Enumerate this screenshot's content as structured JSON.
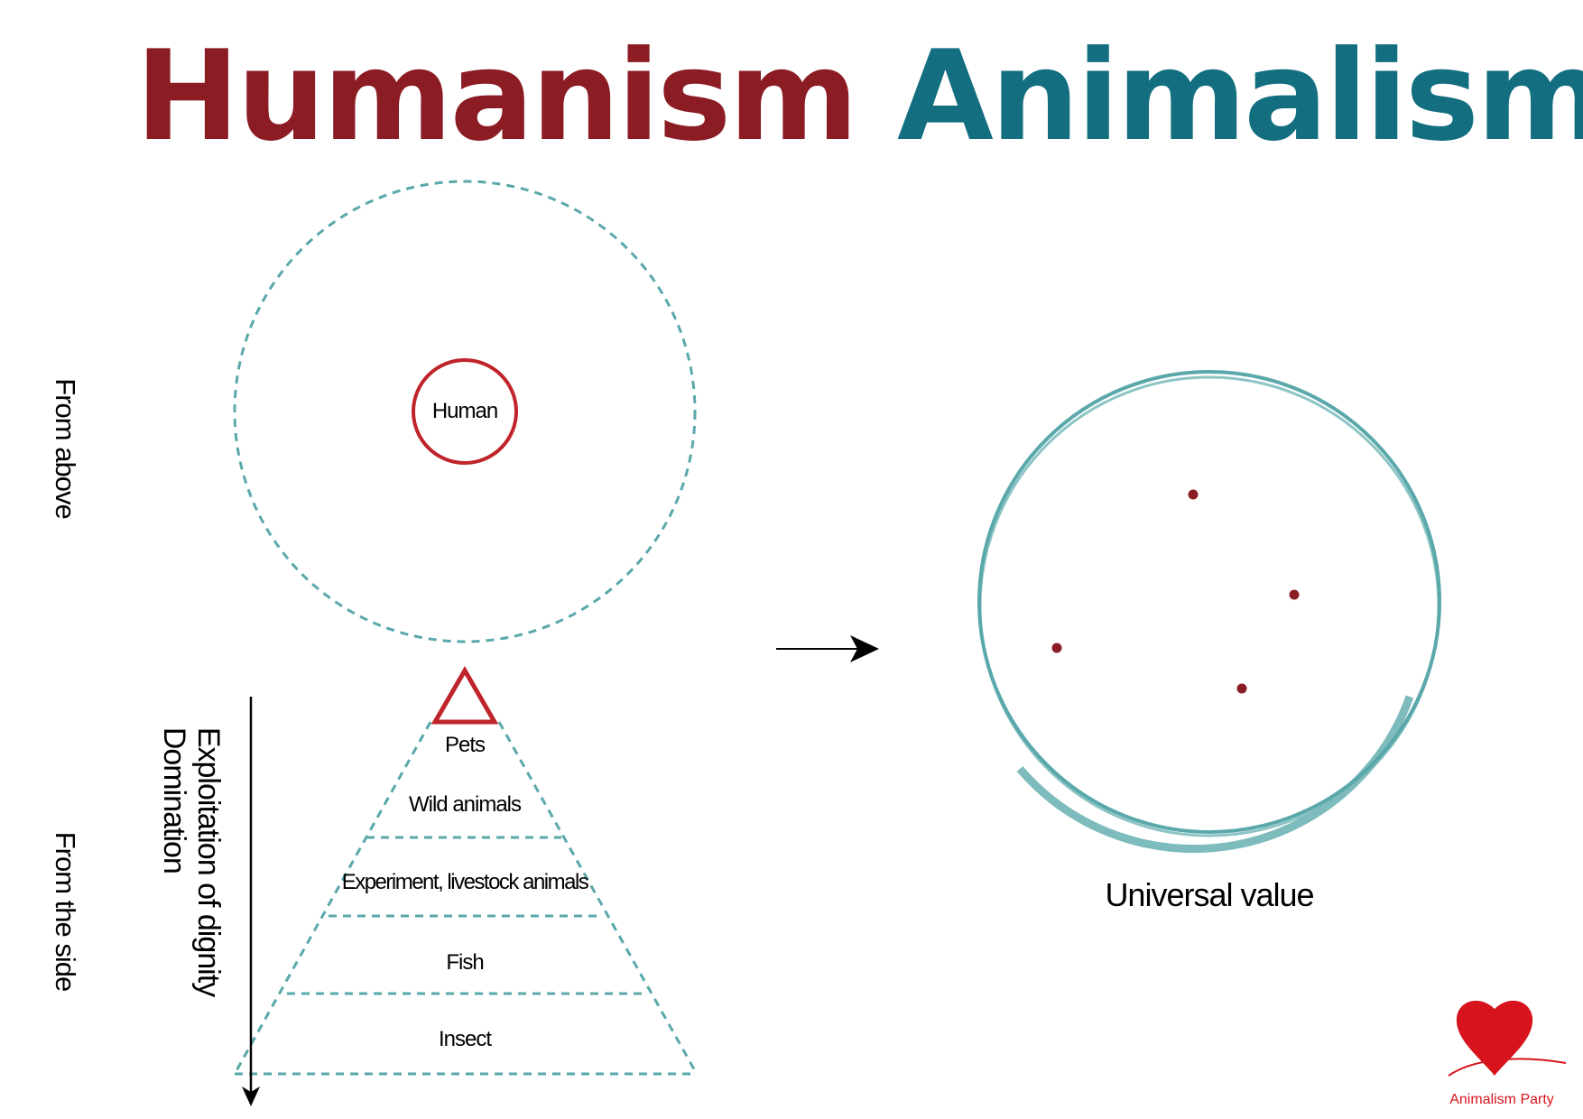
{
  "titles": {
    "left": "Humanism",
    "right": "Animalism"
  },
  "colors": {
    "humanism": "#8b1c24",
    "animalism": "#136e80",
    "teal_line": "#5aa8aa",
    "human_red": "#c0242b",
    "logo_red": "#d7141d"
  },
  "labels": {
    "from_above": "From above",
    "from_side": "From the side",
    "axis_line1": "Exploitation of dignity",
    "axis_line2": "Domination",
    "human": "Human",
    "universal": "Universal value"
  },
  "pyramid_levels": [
    "Pets",
    "Wild animals",
    "Experiment, livestock animals",
    "Fish",
    "Insect"
  ],
  "logo": {
    "text": "Animalism Party",
    "icon": "heart-icon"
  }
}
